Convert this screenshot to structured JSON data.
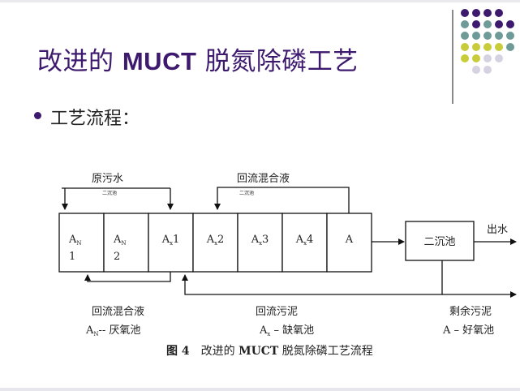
{
  "title": {
    "prefix": "改进的 ",
    "emph": "MUCT",
    "suffix": " 脱氮除磷工艺"
  },
  "bullet_text": "工艺流程：",
  "theme": {
    "accent": "#3d1a6e",
    "teal": "#6e9a98",
    "lime": "#c9cc3a",
    "lavender": "#d6d2e2"
  },
  "diagram": {
    "top_labels": {
      "raw_water": "原污水",
      "return_mixed": "回流混合液",
      "small_left": "二沉池",
      "small_right": "二沉池"
    },
    "tanks": [
      {
        "main": "A",
        "sub": "N",
        "line2": "1"
      },
      {
        "main": "A",
        "sub": "N",
        "line2": "2"
      },
      {
        "main": "A",
        "sub": "x",
        "tail": "1"
      },
      {
        "main": "A",
        "sub": "x",
        "tail": "2"
      },
      {
        "main": "A",
        "sub": "x",
        "tail": "3"
      },
      {
        "main": "A",
        "sub": "x",
        "tail": "4"
      },
      {
        "main": "A"
      }
    ],
    "clarifier": "二沉池",
    "outlet": "出水",
    "bottom_labels": {
      "return_mixed": "回流混合液",
      "return_sludge": "回流污泥",
      "excess_sludge": "剩余污泥"
    },
    "legend": {
      "an_main": "A",
      "an_sub": "N",
      "an_text": "-- 厌氧池",
      "ax_main": "A",
      "ax_sub": "x",
      "ax_text": " – 缺氧池",
      "a_text": "A – 好氧池"
    },
    "caption": {
      "fig": "图 4",
      "pre": "改进的 ",
      "emph": "MUCT",
      "post": " 脱氮除磷工艺流程"
    }
  }
}
